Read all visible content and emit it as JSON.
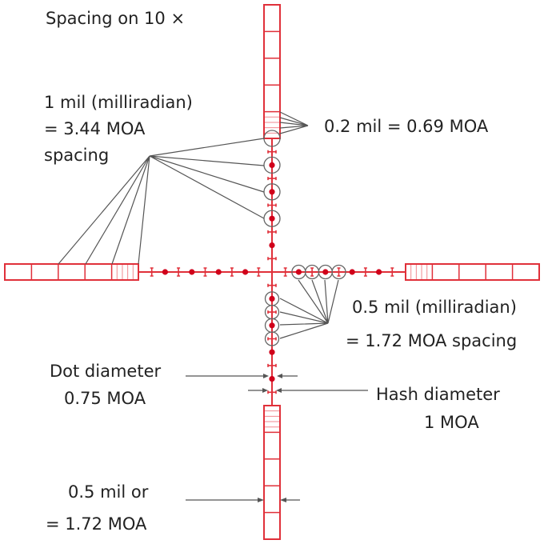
{
  "title": "Spacing on 10 ×",
  "labels": {
    "mil_line1": "1 mil (milliradian)",
    "mil_line2": "= 3.44 MOA",
    "mil_line3": "spacing",
    "fine": "0.2 mil = 0.69 MOA",
    "half_line1": "0.5 mil (milliradian)",
    "half_line2": "= 1.72 MOA spacing",
    "dot_line1": "Dot diameter",
    "dot_line2": "0.75 MOA",
    "hash_line1": "Hash diameter",
    "hash_line2": "1 MOA",
    "post_line1": "0.5 mil or",
    "post_line2": "= 1.72 MOA"
  },
  "colors": {
    "reticle": "#e0303a",
    "dot": "#d0001a",
    "leader": "#555555"
  },
  "reticle": {
    "dots_mil": [
      1,
      2,
      3,
      4
    ],
    "hashes_mil": [
      0.5,
      1.5,
      2.5,
      3.5,
      4.5
    ],
    "post_start_mil": 5,
    "post_length_mil": 5,
    "fine_step_mil": 0.2
  }
}
